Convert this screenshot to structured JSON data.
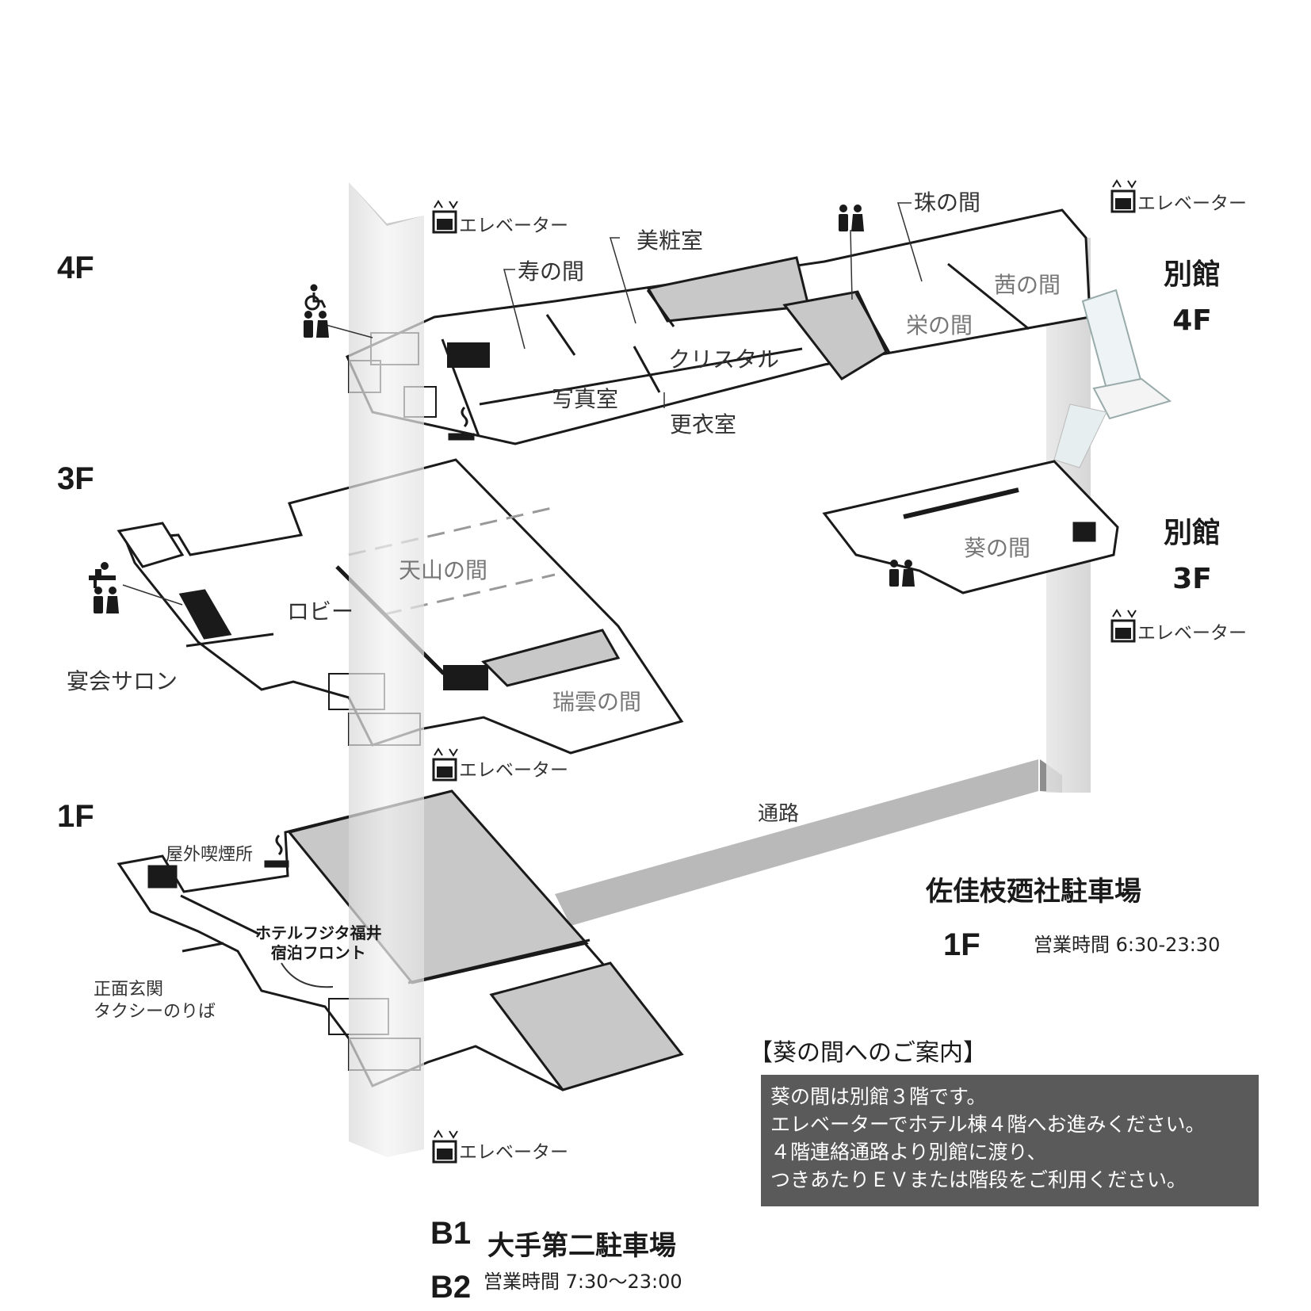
{
  "floors": {
    "f4": "4F",
    "f3": "3F",
    "f1": "1F",
    "b1": "B1",
    "b2": "B2"
  },
  "annex": {
    "f4_line1": "別館",
    "f4_line2": "4F",
    "f3_line1": "別館",
    "f3_line2": "3F"
  },
  "elevator_label": "エレベーター",
  "rooms_4f": {
    "kotobuki": "寿の間",
    "bishoshitsu": "美粧室",
    "shashinshitsu": "写真室",
    "crystal": "クリスタル",
    "kouishitsu": "更衣室",
    "tama": "珠の間",
    "sakae": "栄の間",
    "akane": "茜の間"
  },
  "rooms_3f": {
    "tenzan": "天山の間",
    "lobby": "ロビー",
    "salon": "宴会サロン",
    "zuiun": "瑞雲の間",
    "aoi": "葵の間"
  },
  "floor_1f": {
    "smoking": "屋外喫煙所",
    "front_line1": "ホテルフジタ福井",
    "front_line2": "宿泊フロント",
    "entrance_line1": "正面玄関",
    "entrance_line2": "タクシーのりば",
    "passage": "通路"
  },
  "parking_annex": {
    "name": "佐佳枝廼社駐車場",
    "floor": "1F",
    "hours": "営業時間  6:30-23:30"
  },
  "parking_main": {
    "name": "大手第二駐車場",
    "hours": "営業時間  7:30〜23:00"
  },
  "guide": {
    "title": "【葵の間へのご案内】",
    "lines": [
      "葵の間は別館３階です。",
      "エレベーターでホテル棟４階へお進みください。",
      "４階連絡通路より別館に渡り、",
      "つきあたりＥＶまたは階段をご利用ください。"
    ]
  },
  "icons": [
    "elevator-icon",
    "toilet-icon",
    "wheelchair-icon",
    "smoking-icon",
    "baby-care-icon"
  ],
  "colors": {
    "line": "#1a1a1a",
    "room_fill": "#c8c8c8",
    "passage_fill": "#b9b9b9",
    "guide_bg": "#5a5a5a"
  }
}
